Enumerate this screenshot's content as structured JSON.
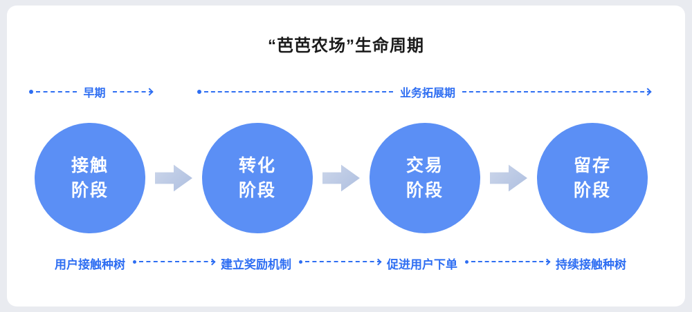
{
  "title": "“芭芭农场”生命周期",
  "phases": [
    {
      "label": "早期"
    },
    {
      "label": "业务拓展期"
    }
  ],
  "stages": [
    {
      "circle": "接触\n阶段",
      "note": "用户接触种树"
    },
    {
      "circle": "转化\n阶段",
      "note": "建立奖励机制"
    },
    {
      "circle": "交易\n阶段",
      "note": "促进用户下单"
    },
    {
      "circle": "留存\n阶段",
      "note": "持续接触种树"
    }
  ],
  "colors": {
    "background": "#e9ebf0",
    "card": "#ffffff",
    "circle_fill": "#5b8ff5",
    "accent_blue": "#2e6ef2",
    "arrow_fill_light": "#ccd6ea",
    "arrow_fill_dark": "#aebfe0",
    "title_color": "#1a1a1a",
    "circle_text": "#ffffff"
  }
}
